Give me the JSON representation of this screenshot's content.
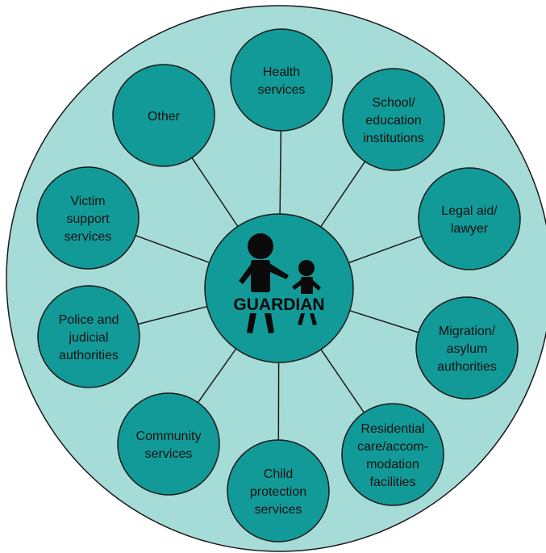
{
  "colors": {
    "background_disc": "#a6dcd8",
    "node_fill": "#129a98",
    "node_stroke": "#1a1a1a",
    "connector": "#1a1a1a",
    "text": "#111111",
    "figure": "#0a0a0a"
  },
  "center": {
    "label": "GUARDIAN",
    "icon": "guardian-adult-child-icon"
  },
  "nodes": [
    {
      "id": "health-services",
      "lines": [
        "Health",
        "services"
      ]
    },
    {
      "id": "school-education-institutions",
      "lines": [
        "School/",
        "education",
        "institutions"
      ]
    },
    {
      "id": "legal-aid-lawyer",
      "lines": [
        "Legal aid/",
        "lawyer"
      ]
    },
    {
      "id": "migration-asylum-authorities",
      "lines": [
        "Migration/",
        "asylum",
        "authorities"
      ]
    },
    {
      "id": "residential-care-accommodation-facilities",
      "lines": [
        "Residential",
        "care/accom-",
        "modation",
        "facilities"
      ]
    },
    {
      "id": "child-protection-services",
      "lines": [
        "Child",
        "protection",
        "services"
      ]
    },
    {
      "id": "community-services",
      "lines": [
        "Community",
        "services"
      ]
    },
    {
      "id": "police-and-judicial-authorities",
      "lines": [
        "Police and",
        "judicial",
        "authorities"
      ]
    },
    {
      "id": "victim-support-services",
      "lines": [
        "Victim",
        "support",
        "services"
      ]
    },
    {
      "id": "other",
      "lines": [
        "Other"
      ]
    }
  ]
}
